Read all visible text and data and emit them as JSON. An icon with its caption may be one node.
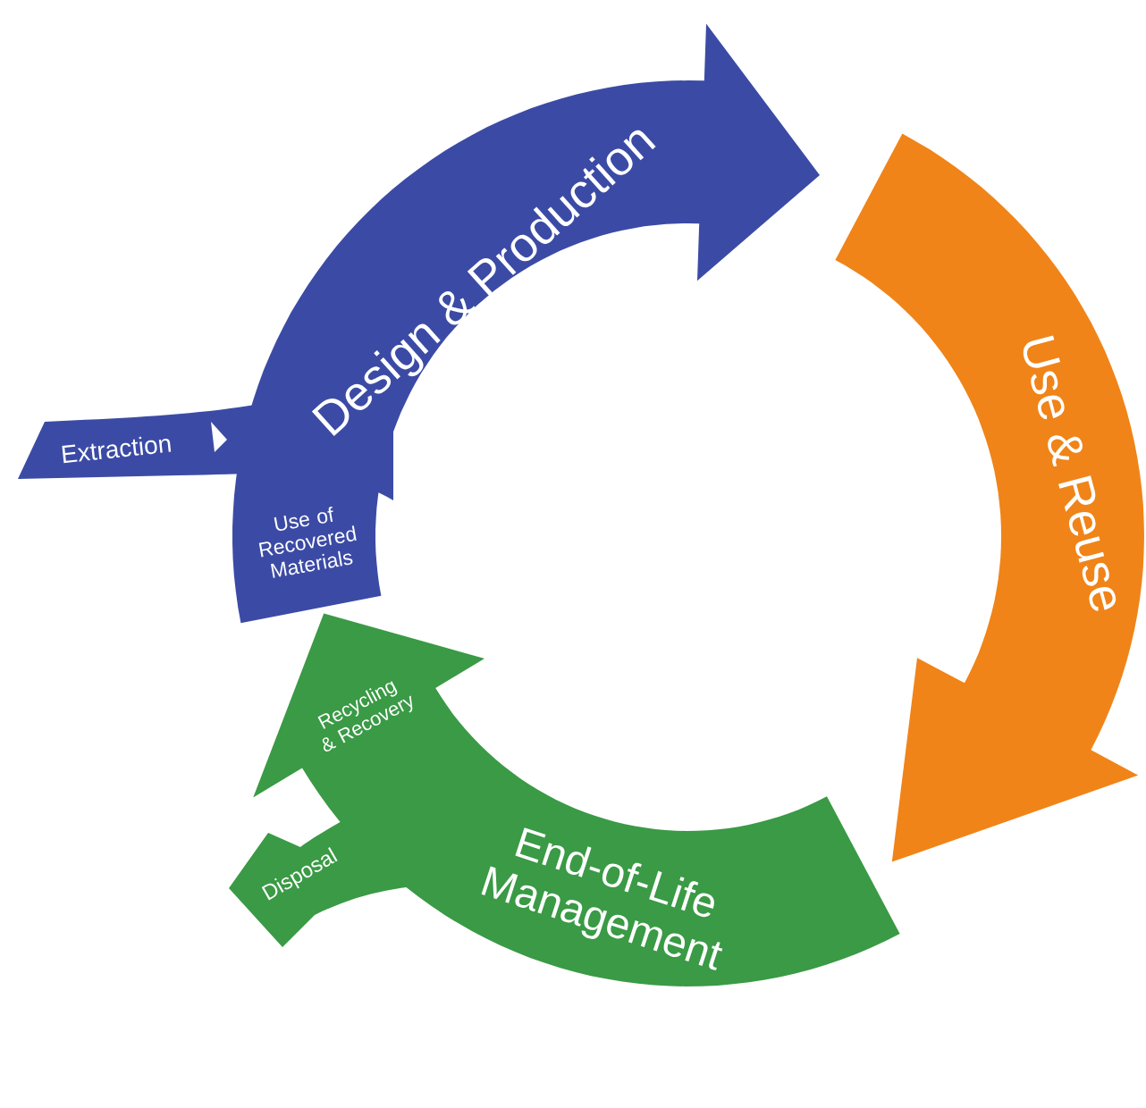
{
  "diagram": {
    "nodes": [
      {
        "text": [
          "Design & Production",
          "Extraction",
          "Use of Recovered Materials"
        ]
      },
      {
        "text": [
          "Use & Reuse"
        ]
      },
      {
        "text": [
          "End-of-Life Management",
          "Recycling & Recovery",
          "Disposal"
        ]
      }
    ]
  }
}
